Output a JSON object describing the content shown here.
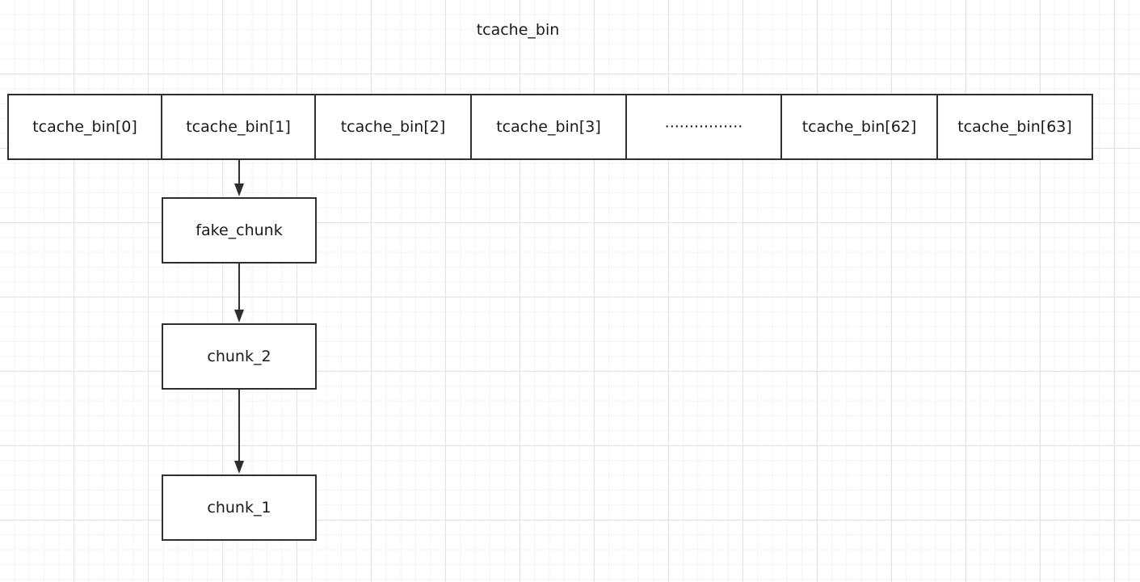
{
  "title": "tcache_bin",
  "bins": [
    {
      "label": "tcache_bin[0]"
    },
    {
      "label": "tcache_bin[1]"
    },
    {
      "label": "tcache_bin[2]"
    },
    {
      "label": "tcache_bin[3]"
    },
    {
      "label": "················"
    },
    {
      "label": "tcache_bin[62]"
    },
    {
      "label": "tcache_bin[63]"
    }
  ],
  "chain": [
    {
      "label": "fake_chunk"
    },
    {
      "label": "chunk_2"
    },
    {
      "label": "chunk_1"
    }
  ],
  "colors": {
    "stroke": "#2e2e2e",
    "text": "#1a1a1a",
    "grid": "#e3e3e3"
  }
}
